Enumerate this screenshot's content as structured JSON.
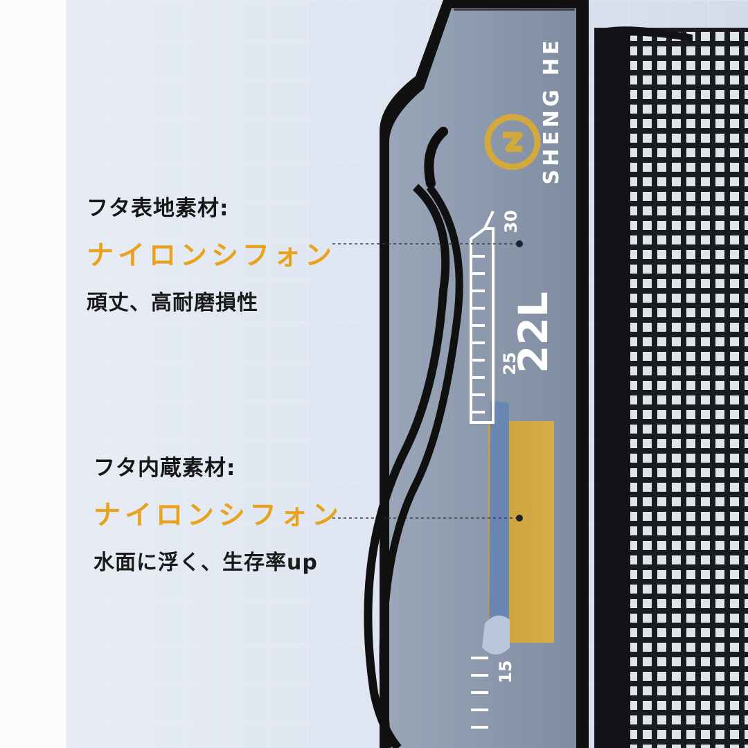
{
  "product": {
    "brand": "SHENG HE",
    "capacity": "22L",
    "scale_ticks": [
      "30",
      "25",
      "15"
    ]
  },
  "callouts": [
    {
      "heading": "フタ表地素材:",
      "material": "ナイロンシフォン",
      "description": "頑丈、高耐磨損性"
    },
    {
      "heading": "フタ内蔵素材:",
      "material": "ナイロンシフォン",
      "description": "水面に浮く、生存率up"
    }
  ],
  "colors": {
    "accent": "#e9a21b",
    "lid_surface": "#8c99ad",
    "inner_panel": "#d1a63c",
    "frame": "#111111"
  }
}
